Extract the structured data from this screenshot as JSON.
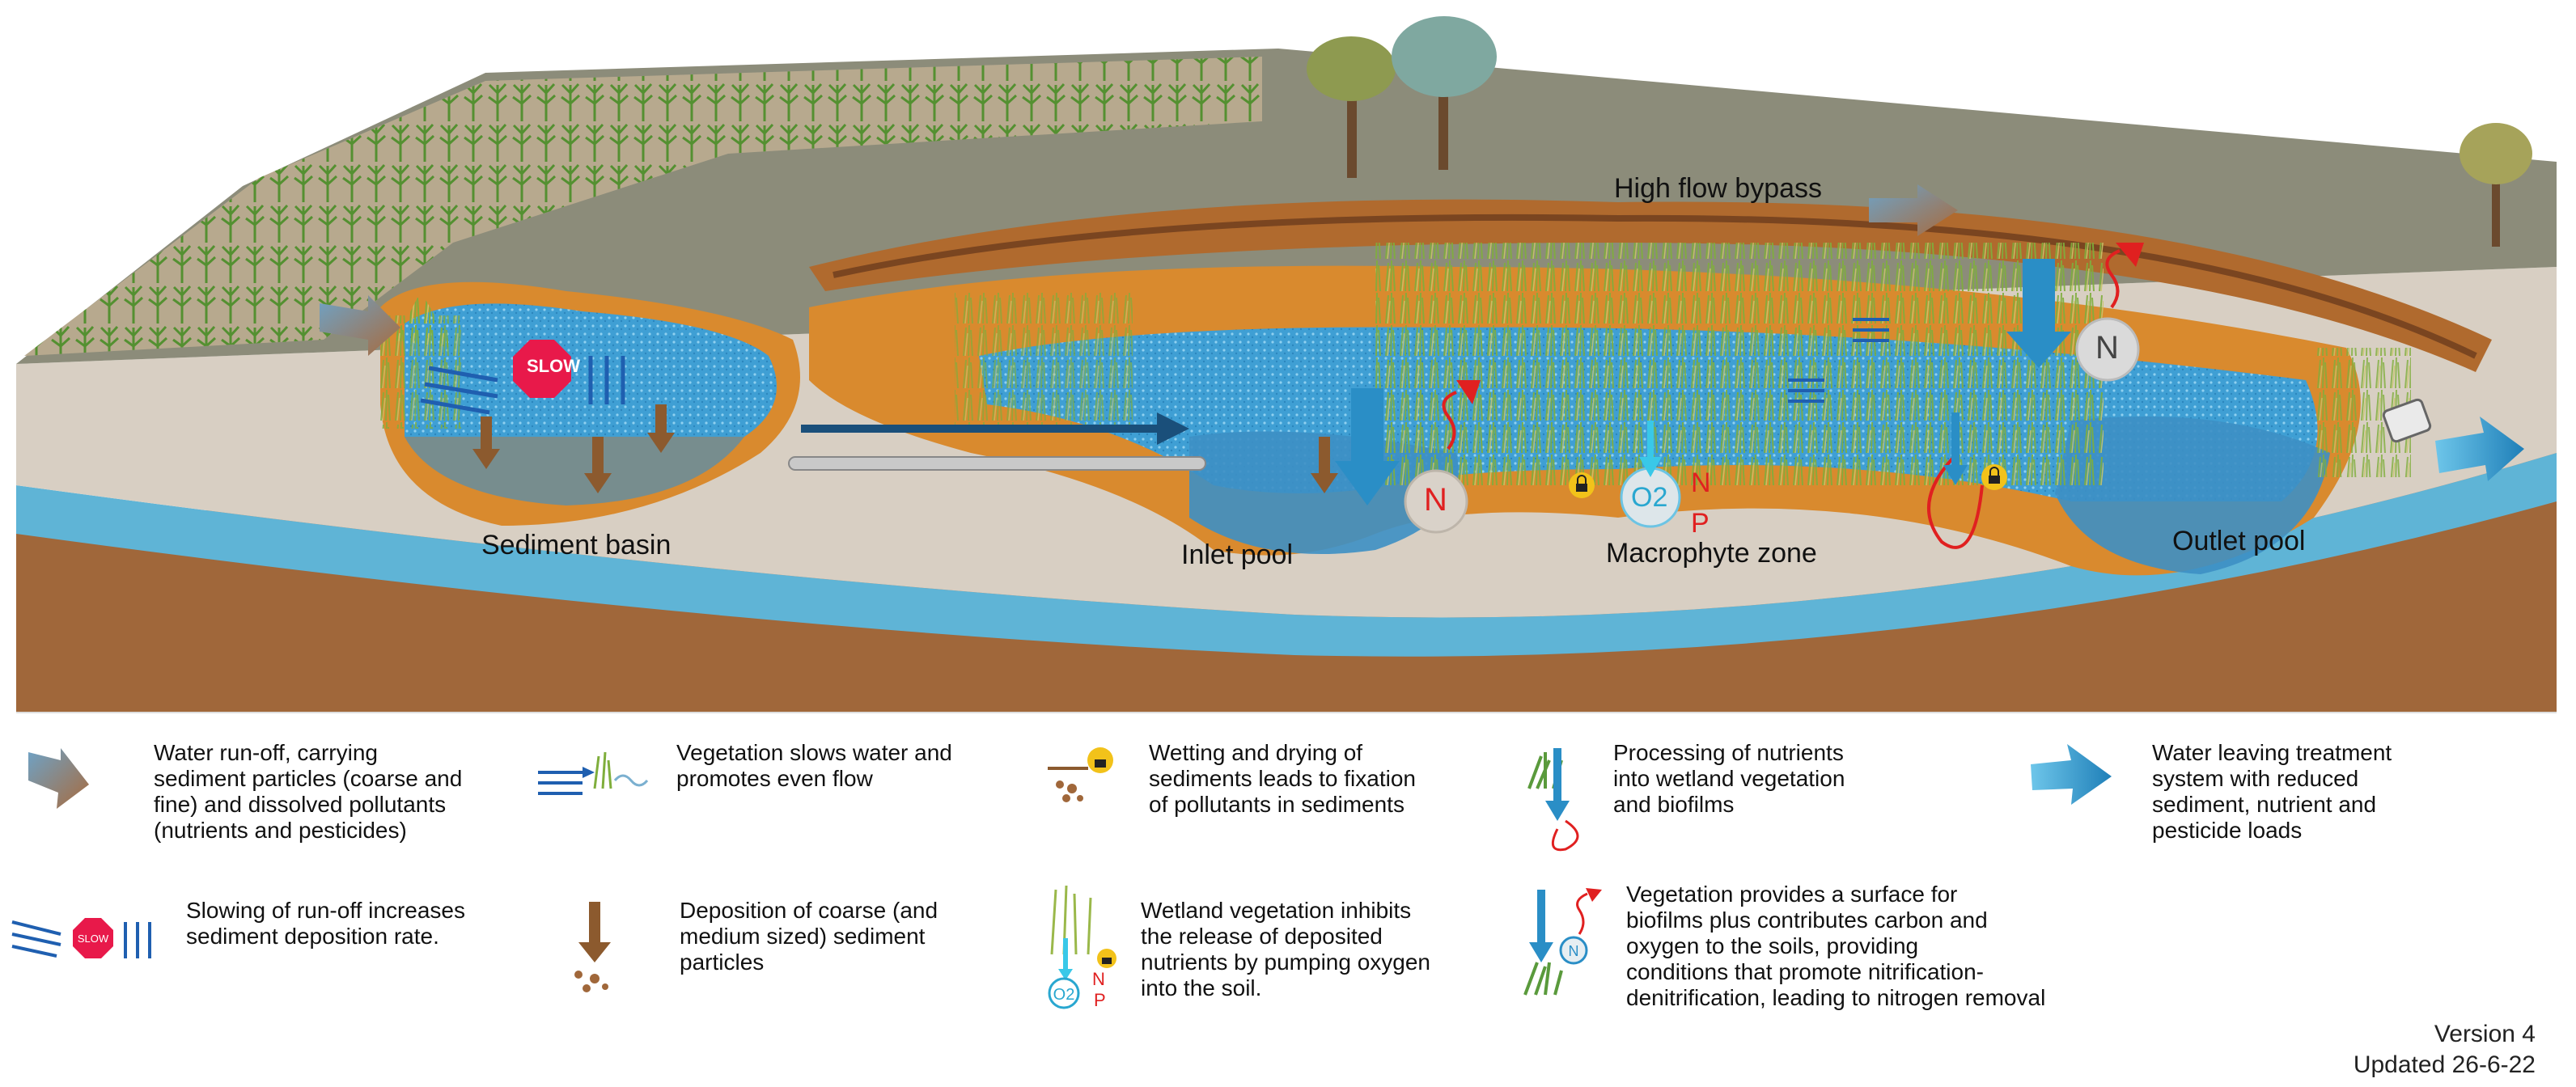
{
  "labels": {
    "high_flow_bypass": "High flow bypass",
    "sediment_basin": "Sediment basin",
    "inlet_pool": "Inlet pool",
    "macrophyte_zone": "Macrophyte zone",
    "outlet_pool": "Outlet pool"
  },
  "markers": {
    "slow": "SLOW",
    "nitrogen": "N",
    "phosphorus": "P",
    "oxygen": "O2"
  },
  "legend": [
    {
      "icon": "runoff-arrow-icon",
      "text": "Water run-off, carrying\nsediment particles (coarse and\nfine) and dissolved pollutants\n(nutrients and pesticides)"
    },
    {
      "icon": "vegetation-flow-icon",
      "text": "Vegetation slows water and\npromotes even flow"
    },
    {
      "icon": "sediment-lock-icon",
      "text": "Wetting and drying of\nsediments leads to fixation\nof pollutants in sediments"
    },
    {
      "icon": "nutrient-processing-icon",
      "text": "Processing of nutrients\ninto wetland vegetation\nand biofilms"
    },
    {
      "icon": "outflow-arrow-icon",
      "text": "Water leaving treatment\nsystem with reduced\nsediment, nutrient and\npesticide loads"
    },
    {
      "icon": "slow-sign-icon",
      "text": "Slowing of run-off increases\nsediment deposition rate."
    },
    {
      "icon": "deposition-arrow-icon",
      "text": "Deposition of coarse (and\nmedium sized) sediment\nparticles"
    },
    {
      "icon": "oxygen-root-icon",
      "text": "Wetland vegetation inhibits\nthe release of deposited\nnutrients by pumping oxygen\ninto the soil."
    },
    {
      "icon": "biofilm-icon",
      "text": "Vegetation provides a surface for\nbiofilms plus contributes carbon and\noxygen to the soils, providing\nconditions that promote nitrification-\ndenitrification, leading to nitrogen removal"
    }
  ],
  "version": {
    "line1": "Version 4",
    "line2": "Updated 26-6-22"
  },
  "colors": {
    "water": "#4aa8d8",
    "soil": "#a0673a",
    "bank": "#d98a2e",
    "ground": "#d8cfc3",
    "grass": "#6a9a3a",
    "arrow_blue": "#1f7fb8",
    "nitrogen_red": "#e02020",
    "slow_red": "#e8194a"
  }
}
